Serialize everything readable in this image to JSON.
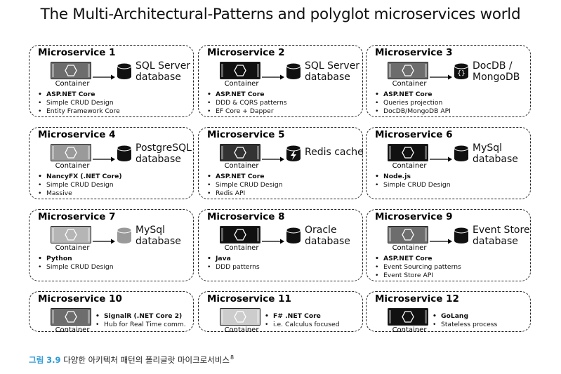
{
  "title": "The Multi-Architectural-Patterns and polyglot microservices world",
  "container_label": "Container",
  "services": [
    {
      "name": "Microservice 1",
      "db_lines": [
        "SQL Server",
        "database"
      ],
      "db_type": "cylinder",
      "container_color": "#6d6d6d",
      "features": [
        "ASP.NET Core",
        "Simple CRUD Design",
        "Entity Framework Core"
      ]
    },
    {
      "name": "Microservice 2",
      "db_lines": [
        "SQL Server",
        "database"
      ],
      "db_type": "cylinder",
      "container_color": "#111111",
      "features": [
        "ASP.NET Core",
        "DDD & CQRS patterns",
        "EF Core + Dapper"
      ]
    },
    {
      "name": "Microservice 3",
      "db_lines": [
        "DocDB /",
        "MongoDB"
      ],
      "db_type": "docdb",
      "container_color": "#6d6d6d",
      "features": [
        "ASP.NET Core",
        "Queries projection",
        "DocDB/MongoDB API"
      ]
    },
    {
      "name": "Microservice 4",
      "db_lines": [
        "PostgreSQL",
        "database"
      ],
      "db_type": "cylinder",
      "container_color": "#9a9a9a",
      "features": [
        "NancyFX (.NET Core)",
        "Simple CRUD Design",
        "Massive"
      ]
    },
    {
      "name": "Microservice 5",
      "db_lines": [
        "Redis cache"
      ],
      "db_type": "redis",
      "container_color": "#333333",
      "features": [
        "ASP.NET Core",
        "Simple CRUD Design",
        "Redis API"
      ]
    },
    {
      "name": "Microservice 6",
      "db_lines": [
        "MySql",
        "database"
      ],
      "db_type": "cylinder",
      "container_color": "#111111",
      "features": [
        "Node.js",
        "Simple CRUD Design"
      ]
    },
    {
      "name": "Microservice 7",
      "db_lines": [
        "MySql",
        "database"
      ],
      "db_type": "cylinder-gray",
      "container_color": "#b5b5b5",
      "features": [
        "Python",
        "Simple CRUD Design"
      ]
    },
    {
      "name": "Microservice 8",
      "db_lines": [
        "Oracle",
        "database"
      ],
      "db_type": "cylinder",
      "container_color": "#111111",
      "features": [
        "Java",
        "DDD patterns"
      ]
    },
    {
      "name": "Microservice 9",
      "db_lines": [
        "Event Store",
        "database"
      ],
      "db_type": "cylinder",
      "container_color": "#6d6d6d",
      "features": [
        "ASP.NET Core",
        "Event Sourcing patterns",
        "Event Store API"
      ]
    },
    {
      "name": "Microservice 10",
      "db_lines": [],
      "db_type": "none",
      "container_color": "#6d6d6d",
      "features": [
        "SignalR (.NET Core 2)",
        "Hub for Real Time comm."
      ]
    },
    {
      "name": "Microservice 11",
      "db_lines": [],
      "db_type": "none",
      "container_color": "#cccccc",
      "features": [
        "F# .NET Core",
        "i.e. Calculus focused"
      ]
    },
    {
      "name": "Microservice 12",
      "db_lines": [],
      "db_type": "none",
      "container_color": "#111111",
      "features": [
        "GoLang",
        "Stateless process"
      ]
    }
  ],
  "caption": {
    "figure": "그림 3.9",
    "text": "다양한 아키텍처 패턴의 폴리글랏 마이크로서비스",
    "footnote": "8"
  }
}
